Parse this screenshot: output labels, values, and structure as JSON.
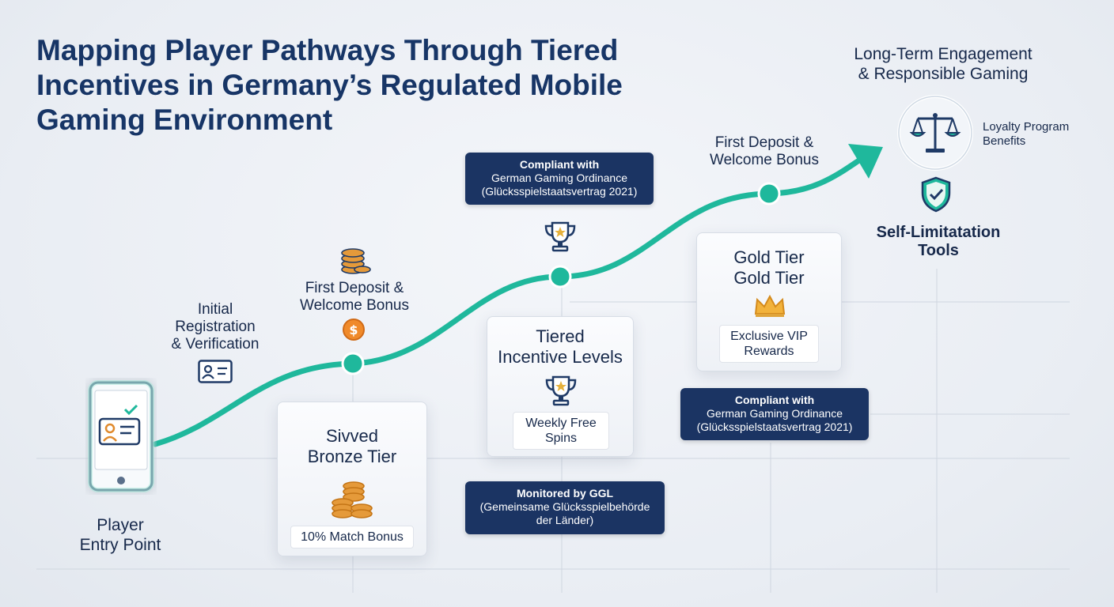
{
  "title": "Mapping Player Pathways Through Tiered Incentives in Germany’s Regulated Mobile Gaming Environment",
  "entry": {
    "label_line1": "Player",
    "label_line2": "Entry Point"
  },
  "registration": {
    "line1": "Initial",
    "line2": "Registration",
    "line3": "& Verification"
  },
  "deposit_left": {
    "line1": "First Deposit &",
    "line2": "Welcome Bonus"
  },
  "deposit_right": {
    "line1": "First Deposit &",
    "line2": "Welcome Bonus"
  },
  "compliance_top": {
    "line1": "Compliant with",
    "line2": "German Gaming Ordinance",
    "line3": "(Glücksspielstaatsvertrag 2021)"
  },
  "compliance_right": {
    "line1": "Compliant with",
    "line2": "German Gaming Ordinance",
    "line3": "(Glücksspielstaatsvertrag 2021)"
  },
  "monitored": {
    "line1": "Monitored by GGL",
    "line2": "(Gemeinsame Glücksspielbehörde",
    "line3": "der Länder)"
  },
  "bronze_card": {
    "line1": "Sivved",
    "line2": "Bronze Tier",
    "pill": "10% Match Bonus"
  },
  "tiered_card": {
    "line1": "Tiered",
    "line2": "Incentive Levels",
    "pill_line1": "Weekly Free",
    "pill_line2": "Spins"
  },
  "gold_card": {
    "line1": "Gold Tier",
    "line2": "Gold Tier",
    "pill_line1": "Exclusive VIP",
    "pill_line2": "Rewards"
  },
  "longterm": {
    "line1": "Long-Term Engagement",
    "line2": "& Responsible Gaming"
  },
  "loyalty": {
    "line1": "Loyalty Program",
    "line2": "Benefits"
  },
  "self_limit": {
    "line1": "Self-Limitatation",
    "line2": "Tools"
  },
  "colors": {
    "accent": "#1fb89c",
    "navy": "#1b3463",
    "gold": "#e0a43a",
    "coin": "#e08a2c"
  }
}
